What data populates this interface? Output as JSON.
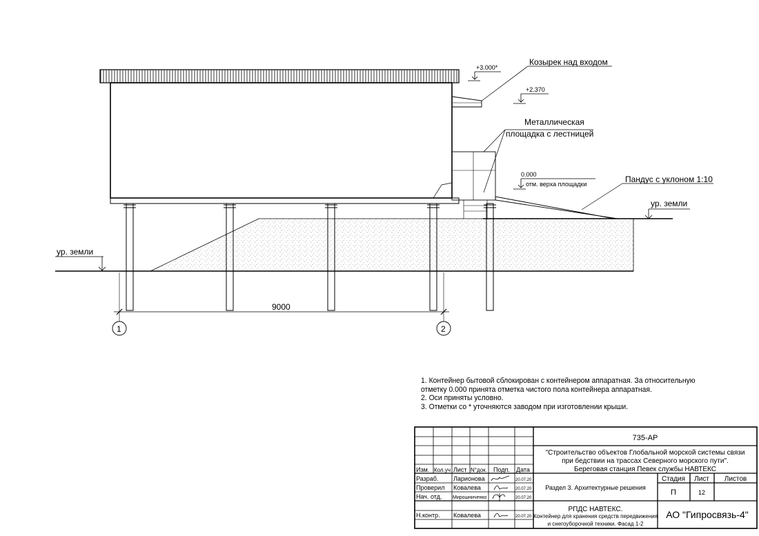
{
  "drawing": {
    "labels": {
      "canopy": "Козырек над входом",
      "platform_line1": "Металлическая",
      "platform_line2": "площадка с лестницей",
      "ramp": "Пандус с уклоном 1:10",
      "ground_right": "ур. земли",
      "ground_left": "ур. земли"
    },
    "elevations": {
      "roof": "+3.000*",
      "canopy": "+2.370",
      "platform": "0.000",
      "platform_note": "отм. верха площадки"
    },
    "dimension": "9000",
    "axes": [
      "1",
      "2"
    ]
  },
  "notes": [
    "1. Контейнер бытовой сблокирован с контейнером аппаратная. За относительную",
    "отметку 0.000 принята отметка чистого пола контейнера аппаратная.",
    "2. Оси приняты условно.",
    "3. Отметки со * уточняются заводом при изготовлении крыши."
  ],
  "title_block": {
    "code": "735-АР",
    "project_line1": "\"Строительство объектов Глобальной морской системы связи",
    "project_line2": "при бедствии на трассах Северного морского пути\".",
    "project_line3": "Береговая станция Певек службы НАВТЕКС",
    "headers": [
      "Изм.",
      "Кол.уч",
      "Лист",
      "N°док.",
      "Подп.",
      "Дата"
    ],
    "rows": [
      {
        "role": "Разраб.",
        "name": "Ларионова",
        "date": "20.07.20"
      },
      {
        "role": "Проверил",
        "name": "Ковалева",
        "date": "20.07.20"
      },
      {
        "role": "Нач. отд.",
        "name": "Мирошниченко",
        "date": "20.07.20"
      },
      {
        "role": "Н.контр.",
        "name": "Ковалева",
        "date": "20.07.20"
      }
    ],
    "section": "Раздел 3. Архитектурные решения",
    "stage_header": "Стадия",
    "sheet_header": "Лист",
    "sheets_header": "Листов",
    "stage": "П",
    "sheet": "12",
    "sheets": "",
    "doc_line1": "РПДС НАВТЕКС.",
    "doc_line2": "Контейнер для хранения средств передвижения",
    "doc_line3": "и снегоуборочной техники. Фасад 1-2",
    "company": "АО \"Гипросвязь-4\""
  }
}
